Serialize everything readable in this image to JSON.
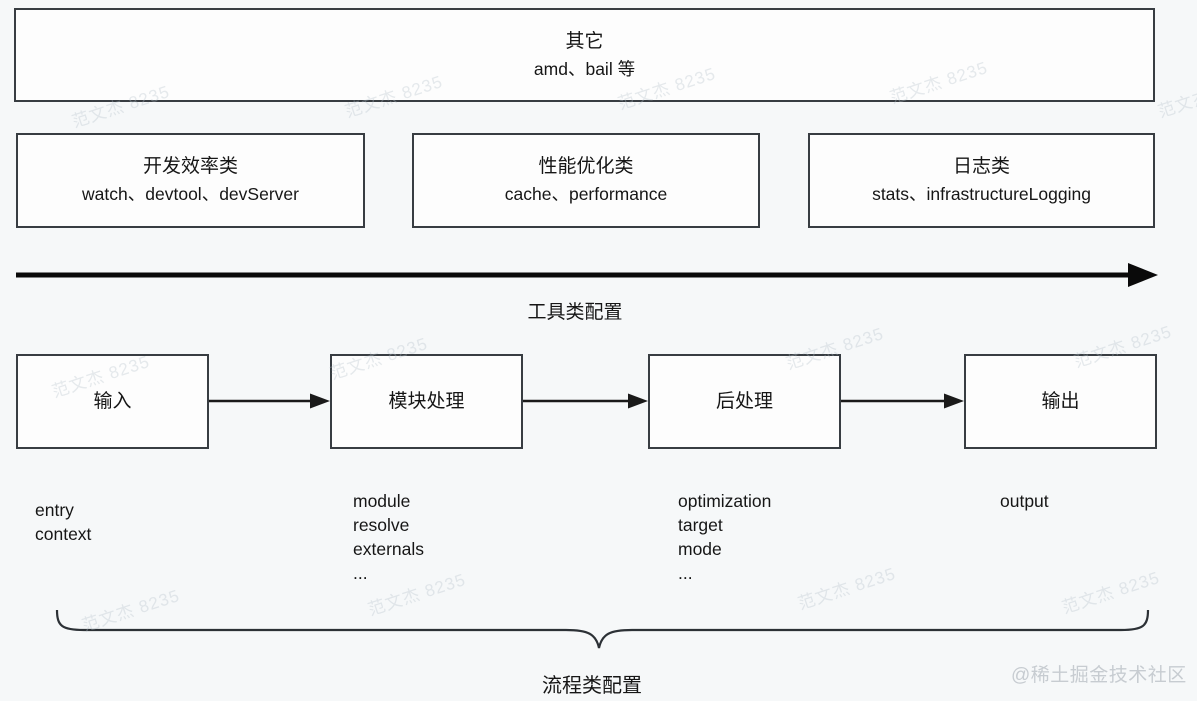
{
  "tool_section": {
    "other_box": {
      "title": "其它",
      "subtitle": "amd、bail 等"
    },
    "category_boxes": [
      {
        "title": "开发效率类",
        "subtitle": "watch、devtool、devServer"
      },
      {
        "title": "性能优化类",
        "subtitle": "cache、performance"
      },
      {
        "title": "日志类",
        "subtitle": "stats、infrastructureLogging"
      }
    ],
    "axis_label": "工具类配置"
  },
  "flow_section": {
    "stages": [
      {
        "label": "输入",
        "options": [
          "entry",
          "context"
        ]
      },
      {
        "label": "模块处理",
        "options": [
          "module",
          "resolve",
          "externals",
          "..."
        ]
      },
      {
        "label": "后处理",
        "options": [
          "optimization",
          "target",
          "mode",
          "..."
        ]
      },
      {
        "label": "输出",
        "options": [
          "output"
        ]
      }
    ],
    "brace_label": "流程类配置"
  },
  "watermark": {
    "repeat_text": "范文杰 8235",
    "credit": "@稀土掘金技术社区"
  },
  "colors": {
    "background": "#f6f8f9",
    "box_fill": "#fdfdfd",
    "border": "#383d42",
    "arrow": "#0a0a0a",
    "text": "#161616",
    "watermark_credit": "#c7ccd1"
  }
}
